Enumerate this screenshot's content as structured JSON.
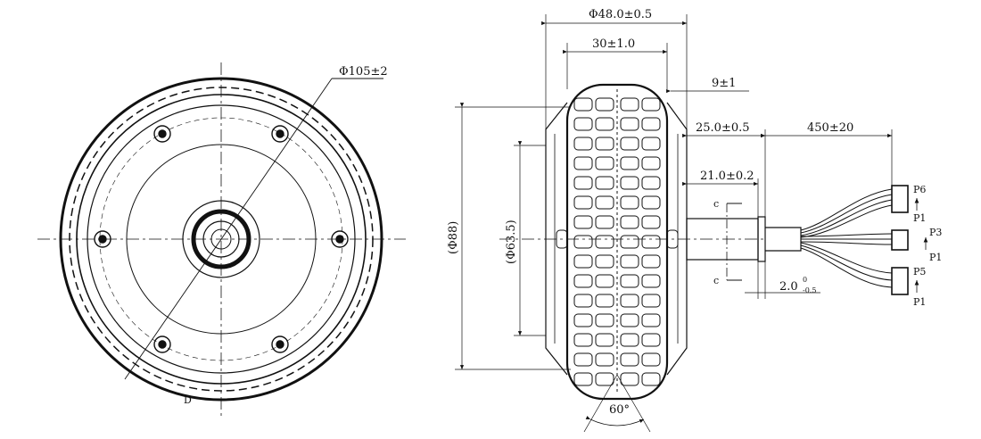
{
  "front_view": {
    "diameter_dim": "Φ105±2",
    "section_mark": "D"
  },
  "side_view": {
    "overall_width": "Φ48.0±0.5",
    "tire_width": "30±1.0",
    "rim_offset": "9±1",
    "shaft_length": "25.0±0.5",
    "cable_length": "450±20",
    "shaft_flat": "21.0±0.2",
    "outer_diameter": "(Φ88)",
    "rim_diameter": "(Φ63.5)",
    "flat_depth": "2.0",
    "flat_tol_upper": "0",
    "flat_tol_lower": "-0.5",
    "flat_marker": "c",
    "tread_angle": "60°"
  },
  "connectors": {
    "top": {
      "from": "P6",
      "to": "P1"
    },
    "middle": {
      "from": "P3",
      "to": "P1"
    },
    "bottom": {
      "from": "P5",
      "to": "P1"
    }
  },
  "colors": {
    "line": "#111111",
    "background": "#ffffff"
  }
}
